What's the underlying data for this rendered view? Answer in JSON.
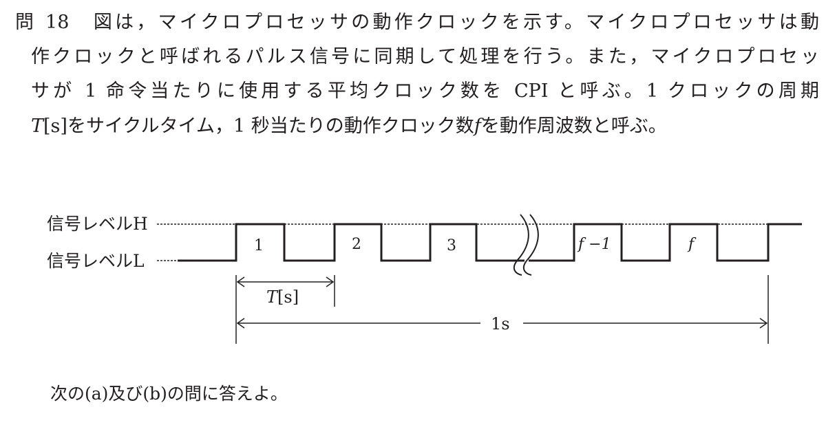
{
  "question": {
    "number": "問 18",
    "lines": [
      "図は，マイクロプロセッサの動作クロックを示す。マイクロプロセッサは動",
      "作クロックと呼ばれるパルス信号に同期して処理を行う。また，マイクロプロセッ",
      "サが 1 命令当たりに使用する平均クロック数を CPI と呼ぶ。1 クロックの周期"
    ],
    "line4": {
      "var_t": "T",
      "part1": "[s]をサイクルタイム，1 秒当たりの動作クロック数",
      "var_f": "f",
      "part2": "を動作周波数と呼ぶ。"
    },
    "instruction": "次の(a)及び(b)の問に答えよ。"
  },
  "diagram": {
    "label_high": "信号レベルH",
    "label_low": "信号レベルL",
    "pulse_labels": [
      "1",
      "2",
      "3",
      "f −1",
      "f"
    ],
    "period_label_var": "T",
    "period_label_unit": "[s]",
    "span_label": "1s"
  }
}
